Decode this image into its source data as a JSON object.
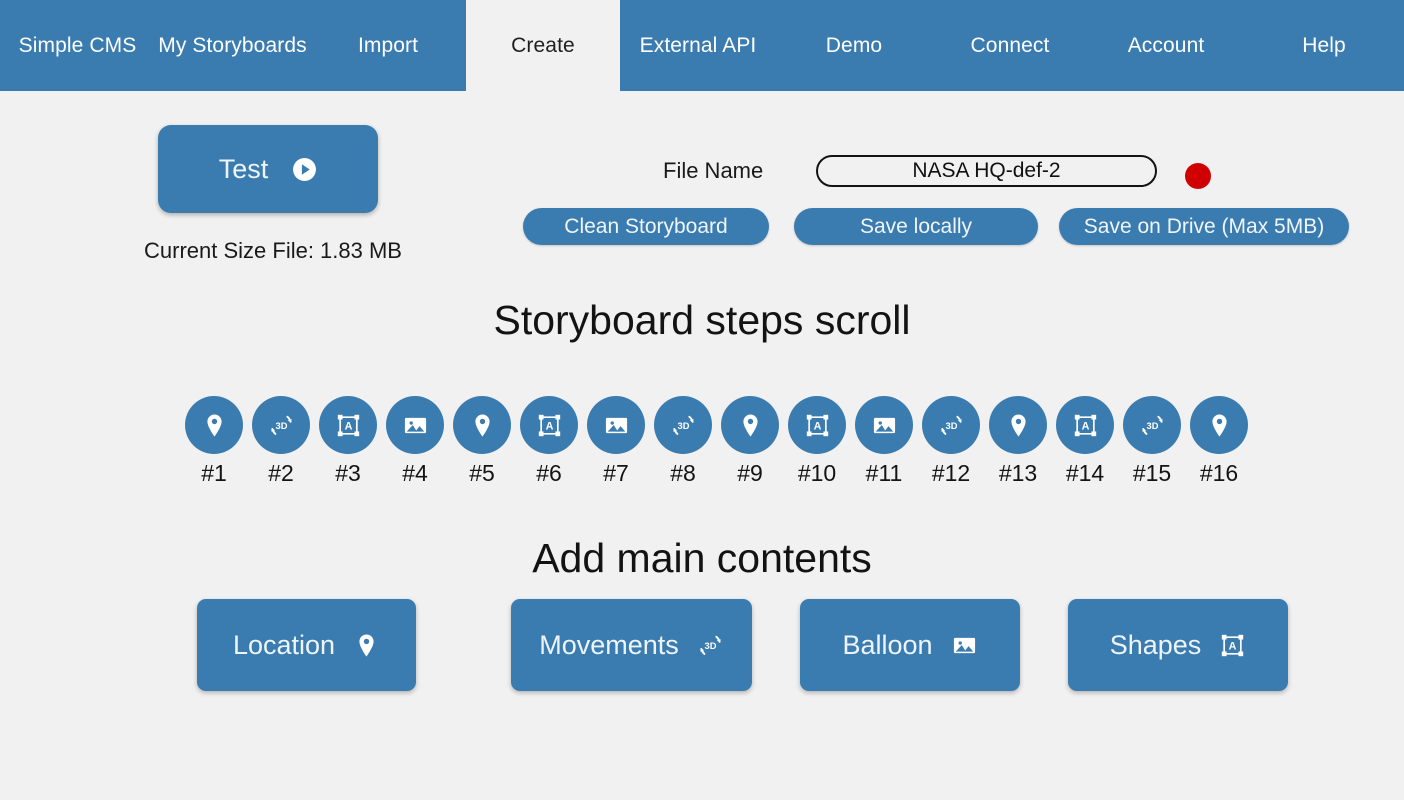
{
  "app": {
    "background_color": "#f1f1f1",
    "accent_color": "#3b7cb0",
    "record_color": "#d10000"
  },
  "nav": {
    "items": [
      {
        "label": "Simple CMS",
        "active": false,
        "width": 155
      },
      {
        "label": "My Storyboards",
        "active": false,
        "width": 155
      },
      {
        "label": "Import",
        "active": false,
        "width": 156
      },
      {
        "label": "Create",
        "active": true,
        "width": 154
      },
      {
        "label": "External API",
        "active": false,
        "width": 156
      },
      {
        "label": "Demo",
        "active": false,
        "width": 156
      },
      {
        "label": "Connect",
        "active": false,
        "width": 156
      },
      {
        "label": "Account",
        "active": false,
        "width": 156
      },
      {
        "label": "Help",
        "active": false,
        "width": 160
      }
    ]
  },
  "toolbar": {
    "test_label": "Test",
    "test_icon": "play-circle-icon",
    "size_file": "Current Size File:  1.83 MB",
    "filename_label": "File Name",
    "filename_value": "NASA HQ-def-2",
    "filename_placeholder": "File name",
    "record_indicator": "record-dot",
    "clean_label": "Clean Storyboard",
    "save_local_label": "Save locally",
    "save_drive_label": "Save on Drive (Max 5MB)"
  },
  "sections": {
    "steps_title": "Storyboard steps scroll",
    "add_title": "Add main contents"
  },
  "steps": [
    {
      "label": "#1",
      "icon": "location-pin-icon"
    },
    {
      "label": "#2",
      "icon": "rotate-3d-icon"
    },
    {
      "label": "#3",
      "icon": "shapes-icon"
    },
    {
      "label": "#4",
      "icon": "image-icon"
    },
    {
      "label": "#5",
      "icon": "location-pin-icon"
    },
    {
      "label": "#6",
      "icon": "shapes-icon"
    },
    {
      "label": "#7",
      "icon": "image-icon"
    },
    {
      "label": "#8",
      "icon": "rotate-3d-icon"
    },
    {
      "label": "#9",
      "icon": "location-pin-icon"
    },
    {
      "label": "#10",
      "icon": "shapes-icon"
    },
    {
      "label": "#11",
      "icon": "image-icon"
    },
    {
      "label": "#12",
      "icon": "rotate-3d-icon"
    },
    {
      "label": "#13",
      "icon": "location-pin-icon"
    },
    {
      "label": "#14",
      "icon": "shapes-icon"
    },
    {
      "label": "#15",
      "icon": "rotate-3d-icon"
    },
    {
      "label": "#16",
      "icon": "location-pin-icon"
    }
  ],
  "content_buttons": [
    {
      "label": "Location",
      "icon": "location-pin-icon"
    },
    {
      "label": "Movements",
      "icon": "rotate-3d-icon"
    },
    {
      "label": "Balloon",
      "icon": "image-icon"
    },
    {
      "label": "Shapes",
      "icon": "shapes-icon"
    }
  ]
}
